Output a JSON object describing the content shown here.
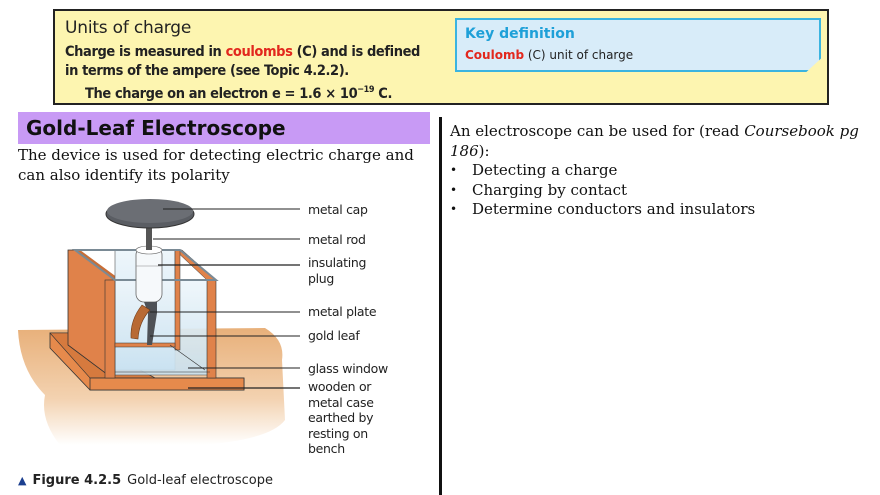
{
  "banner": {
    "units_title": "Units of charge",
    "units_line1_pre": "Charge is measured in ",
    "units_line1_red": "coulombs",
    "units_line1_post": " (C) and is defined",
    "units_line2": "in terms of the ampere (see Topic 4.2.2).",
    "units_line3_pre": "The charge on an electron e = 1.6 × 10",
    "units_line3_sup": "−19",
    "units_line3_post": " C.",
    "key_definition": {
      "title": "Key definition",
      "term": "Coulomb",
      "definition": " (C) unit of charge"
    },
    "colors": {
      "background": "#fdf5b0",
      "keydef_bg": "#d8ecf9",
      "keydef_border": "#3bb4e0",
      "red": "#e2281e",
      "blue_title": "#1ea0d8"
    }
  },
  "section": {
    "title": "Gold-Leaf Electroscope",
    "title_bg": "#c89af5",
    "intro": "The device is used for detecting electric charge and can also identify its polarity"
  },
  "right": {
    "lead_pre": "An electroscope can be used for (read ",
    "lead_italic": "Coursebook pg 186",
    "lead_post": "):",
    "bullets": [
      "Detecting a charge",
      "Charging by contact",
      "Determine conductors and insulators"
    ]
  },
  "figure": {
    "labels": {
      "metal_cap": "metal cap",
      "metal_rod": "metal rod",
      "insulating_plug_1": "insulating",
      "insulating_plug_2": "plug",
      "metal_plate": "metal plate",
      "gold_leaf": "gold leaf",
      "glass_window": "glass window",
      "case_1": "wooden or",
      "case_2": "metal case",
      "case_3": "earthed by",
      "case_4": "resting on",
      "case_5": "bench"
    },
    "caption_icon": "triangle-icon",
    "caption_label": "Figure 4.2.5",
    "caption_text": "Gold-leaf electroscope"
  }
}
